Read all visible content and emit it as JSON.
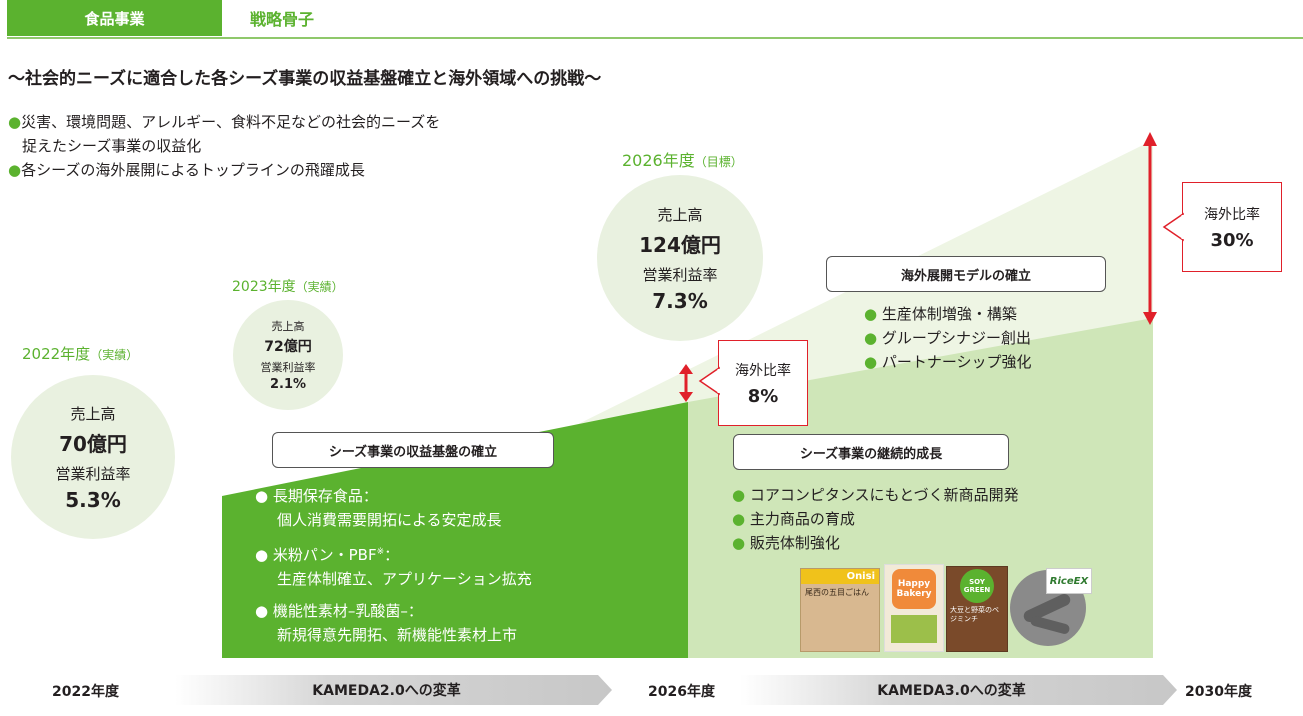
{
  "header": {
    "tab": "食品事業",
    "title": "戦略骨子"
  },
  "subtitle": "〜社会的ニーズに適合した各シーズ事業の収益基盤確立と海外領域への挑戦〜",
  "bullets": [
    "災害、環境問題、アレルギー、食料不足などの社会的ニーズを",
    "捉えたシーズ事業の収益化",
    "各シーズの海外展開によるトップラインの飛躍成長"
  ],
  "years": [
    {
      "year": "2022年度",
      "note": "（実績）",
      "sales_label": "売上高",
      "sales": "70億円",
      "margin_label": "営業利益率",
      "margin": "5.3%"
    },
    {
      "year": "2023年度",
      "note": "（実績）",
      "sales_label": "売上高",
      "sales": "72億円",
      "margin_label": "営業利益率",
      "margin": "2.1%"
    },
    {
      "year": "2026年度",
      "note": "（目標）",
      "sales_label": "売上高",
      "sales": "124億円",
      "margin_label": "営業利益率",
      "margin": "7.3%"
    }
  ],
  "phase1": {
    "title": "シーズ事業の収益基盤の確立",
    "items": [
      {
        "line1": "長期保存食品：",
        "line2": "個人消費需要開拓による安定成長"
      },
      {
        "line1": "米粉パン・PBF",
        "sup": "※",
        "colon": "：",
        "line2": "生産体制確立、アプリケーション拡充"
      },
      {
        "line1": "機能性素材–乳酸菌–：",
        "line2": "新規得意先開拓、新機能性素材上市"
      }
    ]
  },
  "phase2": {
    "title": "シーズ事業の継続的成長",
    "items": [
      "コアコンピタンスにもとづく新商品開発",
      "主力商品の育成",
      "販売体制強化"
    ]
  },
  "phase3": {
    "title": "海外展開モデルの確立",
    "items": [
      "生産体制増強・構築",
      "グループシナジー創出",
      "パートナーシップ強化"
    ]
  },
  "overseas": [
    {
      "label": "海外比率",
      "value": "8%"
    },
    {
      "label": "海外比率",
      "value": "30%"
    }
  ],
  "timeline": {
    "start": "2022年度",
    "mid": "2026年度",
    "end": "2030年度",
    "phase1": "KAMEDA2.0への変革",
    "phase2": "KAMEDA3.0への変革"
  },
  "products": [
    {
      "label": "Onisi",
      "sub": "尾西の五目ごはん"
    },
    {
      "label": "Happy Bakery"
    },
    {
      "label": "SOY GREEN",
      "sub": "大豆と野菜のベジミンチ"
    },
    {
      "label": "RiceEX"
    }
  ],
  "colors": {
    "green": "#5bb22f",
    "mid_green": "#cfe6b8",
    "light_green": "#eef5e4",
    "red": "#e0202a"
  }
}
